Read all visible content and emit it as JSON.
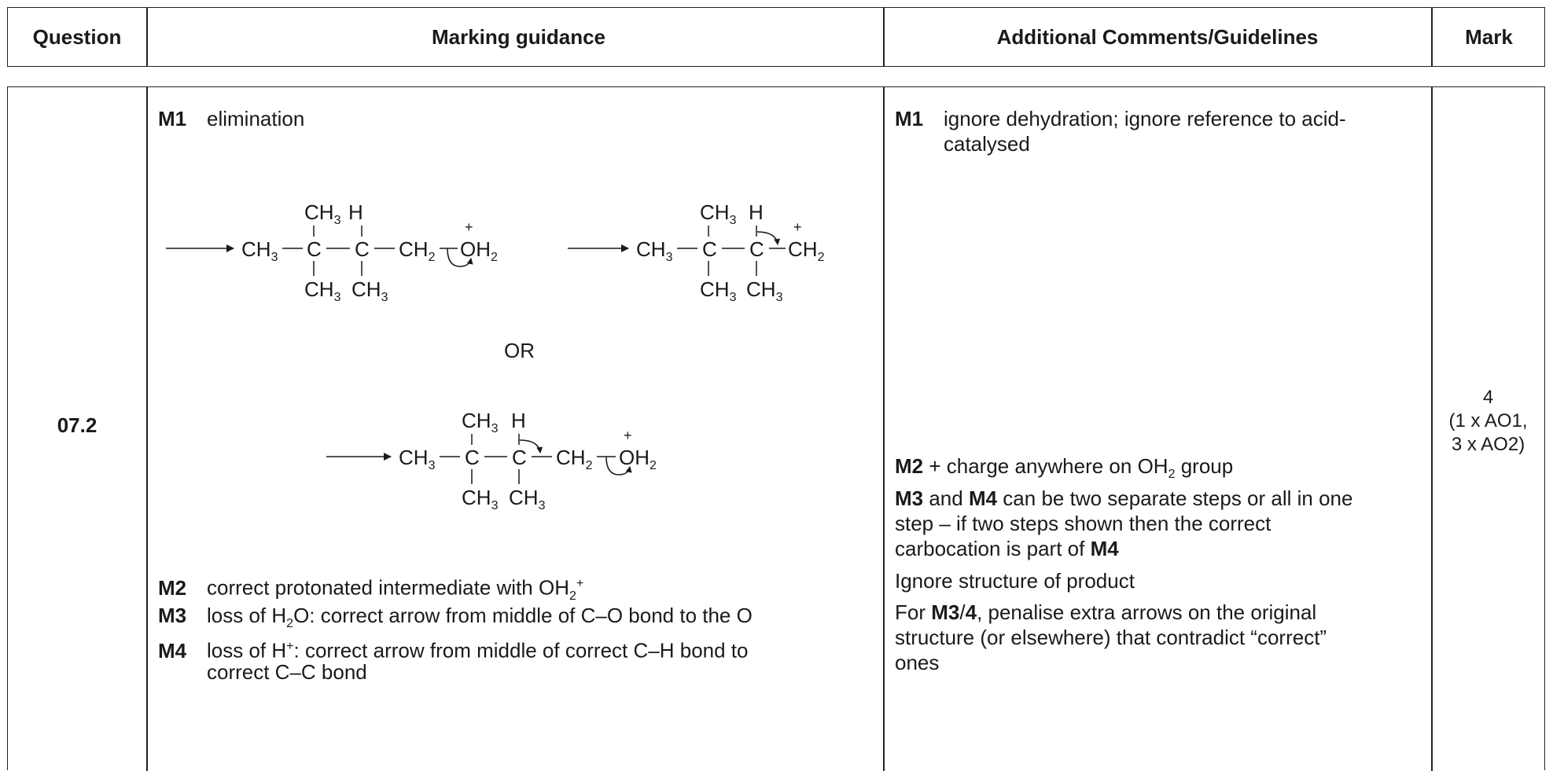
{
  "header": {
    "question": "Question",
    "marking_guidance": "Marking guidance",
    "additional_comments": "Additional Comments/Guidelines",
    "mark": "Mark"
  },
  "row": {
    "question_number": "07.2",
    "guidance": {
      "m1_label": "M1",
      "m1_text": "elimination",
      "or_text": "OR",
      "m2_label": "M2",
      "m2_text": "correct protonated intermediate with OH",
      "m2_sub": "2",
      "m2_sup": "+",
      "m3_label": "M3",
      "m3_text_a": "loss of H",
      "m3_sub": "2",
      "m3_text_b": "O: correct arrow from middle of C–O bond to the O",
      "m4_label": "M4",
      "m4_text_a": "loss of H",
      "m4_sup": "+",
      "m4_text_b": ": correct arrow from middle of correct C–H bond to",
      "m4_text_c": "correct C–C bond"
    },
    "comments": {
      "m1_label": "M1",
      "m1_line1": "ignore dehydration; ignore reference to acid-",
      "m1_line2": "catalysed",
      "m2_label": "M2",
      "m2_text_a": " + charge anywhere on OH",
      "m2_sub": "2",
      "m2_text_b": " group",
      "m3_label": "M3",
      "m3_and": " and ",
      "m4_label": "M4",
      "m34_text": " can be two separate steps or all in one",
      "m34_line2": "step – if two steps shown then the correct",
      "m34_line3": "carbocation is part of ",
      "m34_m4": "M4",
      "ignore_text": "Ignore structure of product",
      "for_text": "For ",
      "for_m34": "M3",
      "for_slash": "/",
      "for_m4": "4",
      "for_rest": ", penalise extra arrows on the original",
      "for_line2": "structure (or elsewhere) that contradict “correct”",
      "for_line3": "ones"
    },
    "mark": {
      "line1": "4",
      "line2": "(1 x AO1,",
      "line3": "3 x AO2)"
    },
    "structures": {
      "ch3": "CH",
      "ch2": "CH",
      "c": "C",
      "h": "H",
      "oh": "OH",
      "sub3": "3",
      "sub2": "2",
      "plus": "+"
    }
  }
}
